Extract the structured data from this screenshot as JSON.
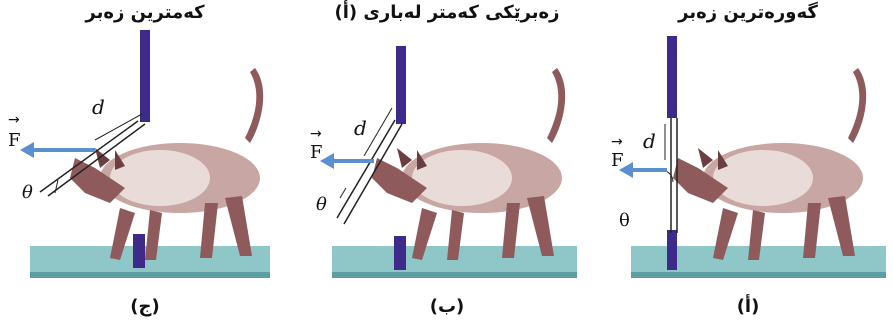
{
  "panels": [
    {
      "title": "کەمترین زەبر",
      "label": "(ج)",
      "symbols": {
        "force": "F",
        "distance": "d",
        "angle": "θ"
      }
    },
    {
      "title": "زەبرێکی کەمتر لەباری (أ)",
      "label": "(ب)",
      "symbols": {
        "force": "F",
        "distance": "d",
        "angle": "θ"
      }
    },
    {
      "title": "گەورەترین زەبر",
      "label": "(أ)",
      "symbols": {
        "force": "F",
        "distance": "d",
        "angle": "θ"
      }
    }
  ],
  "colors": {
    "floor": "#8fc7c9",
    "floor_edge": "#5d9ea3",
    "door": "#3d2a8a",
    "arrow": "#5b8fd0",
    "cat_body": "#8e5a5c",
    "cat_light": "#e9dcd8",
    "line": "#222222"
  }
}
